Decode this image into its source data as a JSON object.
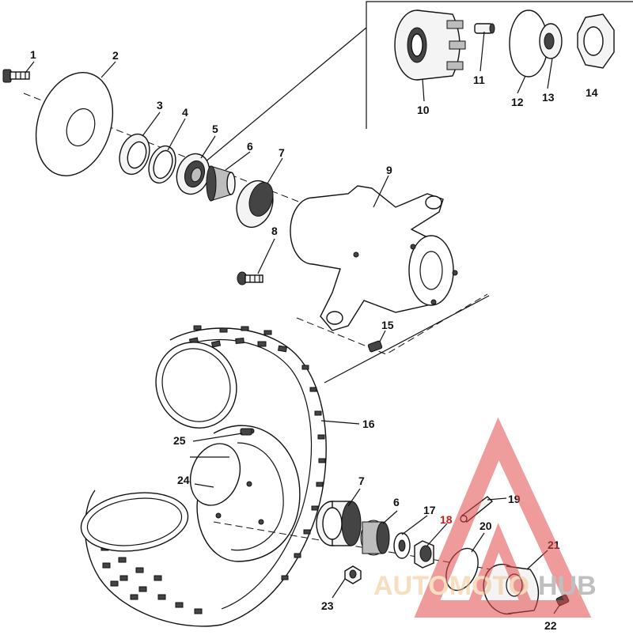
{
  "callouts": [
    {
      "id": "1",
      "text": "1"
    },
    {
      "id": "2",
      "text": "2"
    },
    {
      "id": "3",
      "text": "3"
    },
    {
      "id": "4",
      "text": "4"
    },
    {
      "id": "5",
      "text": "5"
    },
    {
      "id": "6a",
      "text": "6"
    },
    {
      "id": "7a",
      "text": "7"
    },
    {
      "id": "8",
      "text": "8"
    },
    {
      "id": "9",
      "text": "9"
    },
    {
      "id": "10",
      "text": "10"
    },
    {
      "id": "11",
      "text": "11"
    },
    {
      "id": "12",
      "text": "12"
    },
    {
      "id": "13",
      "text": "13"
    },
    {
      "id": "14",
      "text": "14"
    },
    {
      "id": "15",
      "text": "15"
    },
    {
      "id": "16",
      "text": "16"
    },
    {
      "id": "17",
      "text": "17"
    },
    {
      "id": "18",
      "text": "18"
    },
    {
      "id": "19",
      "text": "19"
    },
    {
      "id": "20",
      "text": "20"
    },
    {
      "id": "21",
      "text": "21"
    },
    {
      "id": "22",
      "text": "22"
    },
    {
      "id": "23",
      "text": "23"
    },
    {
      "id": "24",
      "text": "24"
    },
    {
      "id": "25",
      "text": "25"
    },
    {
      "id": "7b",
      "text": "7"
    },
    {
      "id": "6b",
      "text": "6"
    }
  ],
  "watermark": {
    "part1": "AUTOMOTO",
    "part2": "HUB",
    "color_light": "#f2c48f",
    "color_dark": "#8c8c8c",
    "logo_color": "#e24b4b"
  },
  "colors": {
    "line": "#111111",
    "highlight_label": "#c81a1a"
  }
}
